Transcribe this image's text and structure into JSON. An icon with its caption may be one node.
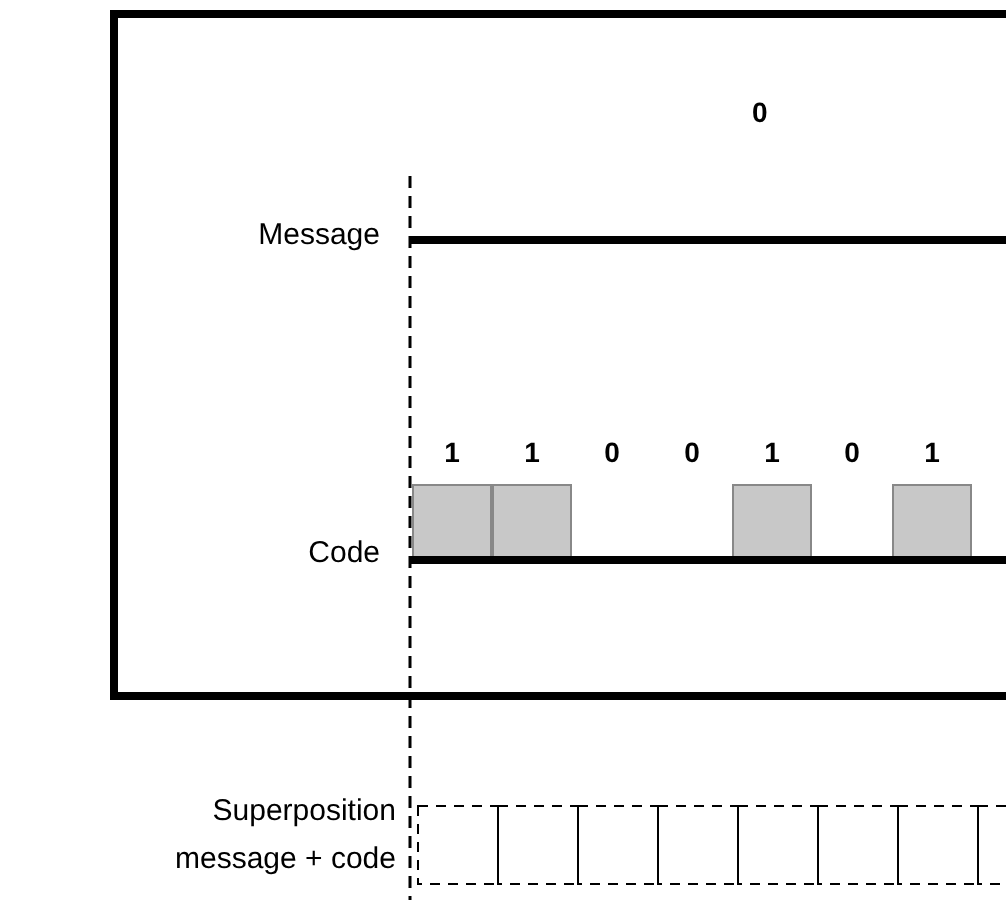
{
  "diagram": {
    "labels": [
      "0",
      "Message",
      "1",
      "1",
      "0",
      "0",
      "1",
      "0",
      "1",
      "Code",
      "Superposition message + code"
    ]
  }
}
